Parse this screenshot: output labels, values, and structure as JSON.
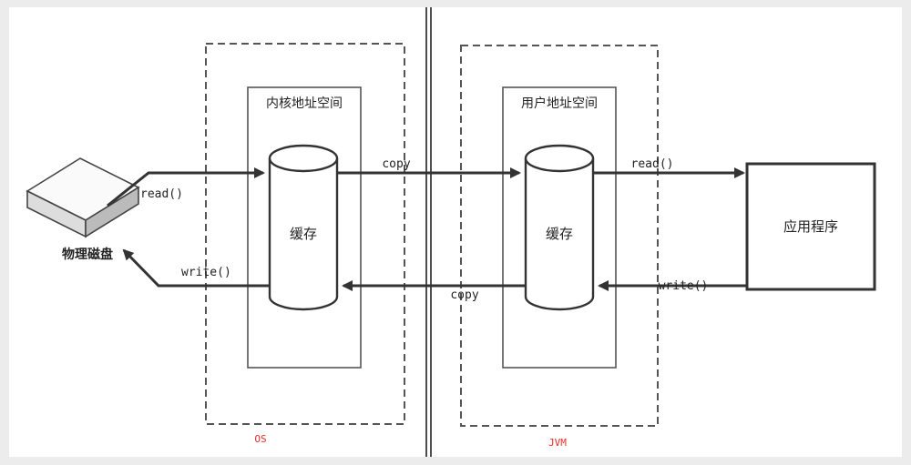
{
  "diagram": {
    "kernel_space_label": "内核地址空间",
    "user_space_label": "用户地址空间",
    "kernel_cache_label": "缓存",
    "user_cache_label": "缓存",
    "disk_label": "物理磁盘",
    "app_label": "应用程序",
    "os_label": "OS",
    "jvm_label": "JVM",
    "disk_read_label": "read()",
    "disk_write_label": "write()",
    "copy_to_user_label": "copy",
    "copy_to_kernel_label": "copy",
    "app_read_label": "read()",
    "app_write_label": "write()",
    "colors": {
      "background": "#ececec",
      "canvas": "#ffffff",
      "stroke": "#333333",
      "region_label": "#e0302a"
    }
  }
}
